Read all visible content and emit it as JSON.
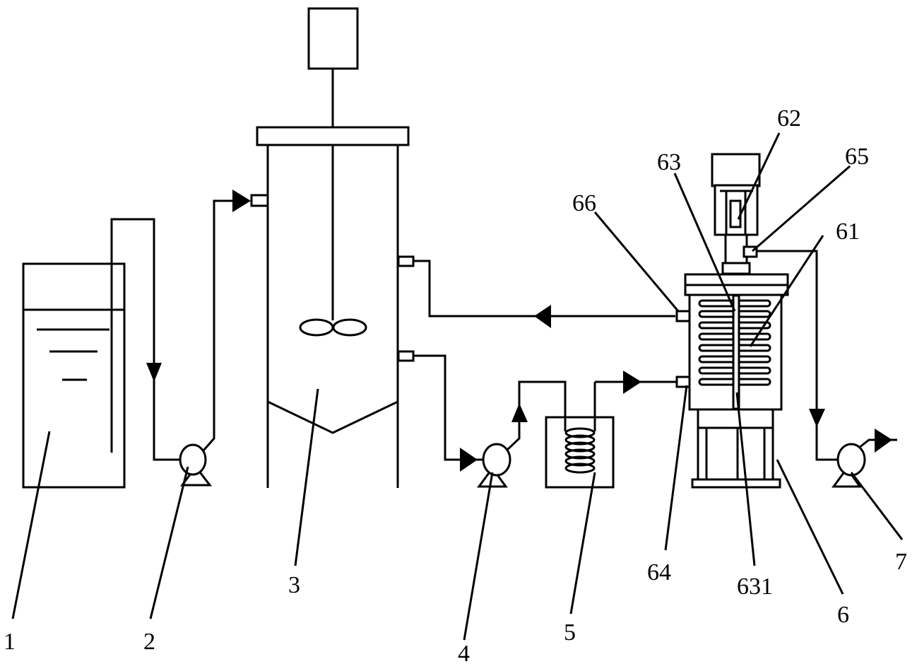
{
  "labels": {
    "l1": "1",
    "l2": "2",
    "l3": "3",
    "l4": "4",
    "l5": "5",
    "l6": "6",
    "l7": "7",
    "l61": "61",
    "l62": "62",
    "l63": "63",
    "l64": "64",
    "l65": "65",
    "l66": "66",
    "l631": "631"
  }
}
